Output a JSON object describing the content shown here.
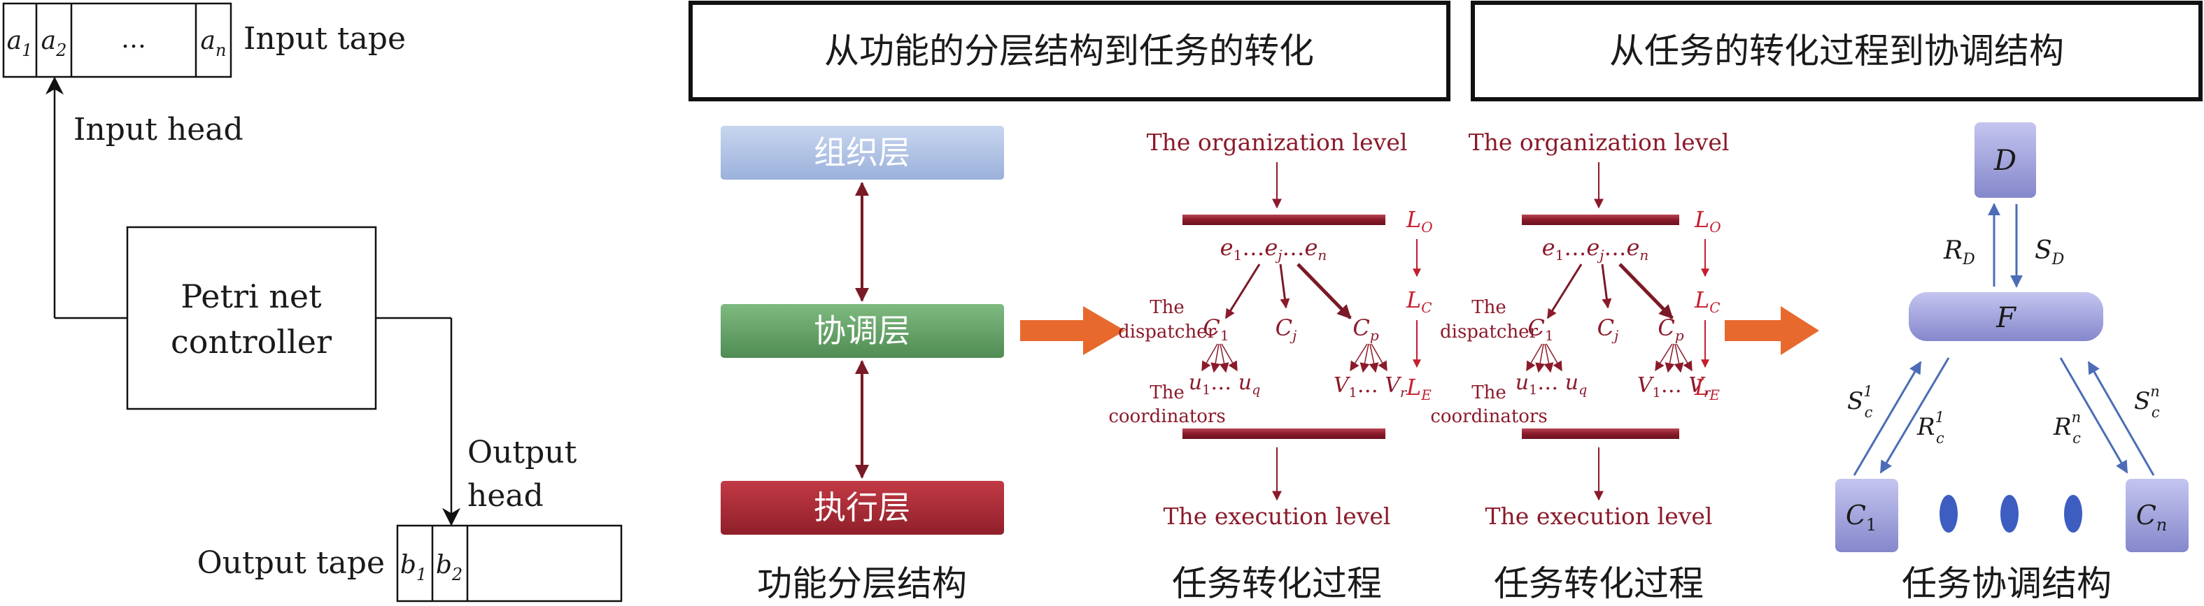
{
  "turing": {
    "input_tape": {
      "cells": [
        "a1",
        "a2",
        "…",
        "an"
      ],
      "label": "Input tape"
    },
    "input_head": "Input head",
    "controller": {
      "line1": "Petri net",
      "line2": "controller"
    },
    "output_head": {
      "line1": "Output",
      "line2": "head"
    },
    "output_tape": {
      "label": "Output tape",
      "cells": [
        "b1",
        "b2",
        ""
      ]
    }
  },
  "headers": {
    "left": "从功能的分层结构到任务的转化",
    "right": "从任务的转化过程到协调结构"
  },
  "hierarchy": {
    "layers": [
      "组织层",
      "协调层",
      "执行层"
    ],
    "caption": "功能分层结构"
  },
  "transformation": {
    "org_level": "The organization level",
    "events": "e1… ej… en",
    "dispatcher": {
      "line1": "The",
      "line2": "dispatcher"
    },
    "coordinators": {
      "line1": "The",
      "line2": "coordinators"
    },
    "c_labels": [
      "C1",
      "Cj",
      "Cp"
    ],
    "u_labels": "u1… uq",
    "v_labels": "V1… Vr",
    "levels": [
      "LO",
      "LC",
      "LE"
    ],
    "exec_level": "The execution level",
    "caption": "任务转化过程"
  },
  "coordination": {
    "top_node": "D",
    "middle_node": "F",
    "rd": "RD",
    "sd": "SD",
    "sc1": "Sc1",
    "rc1": "Rc1",
    "rcn": "Rcn",
    "scn": "Scn",
    "c1": "C1",
    "cn": "Cn",
    "caption": "任务协调结构"
  },
  "colors": {
    "organization_layer": "#a9bde0",
    "coordination_layer": "#5f9e62",
    "execution_layer": "#a52a35",
    "arrow": "#e8692e",
    "node": "#9a9cd8",
    "dot": "#3d5ec0",
    "maroon": "#8b1a2a",
    "red": "#c41e2e"
  }
}
